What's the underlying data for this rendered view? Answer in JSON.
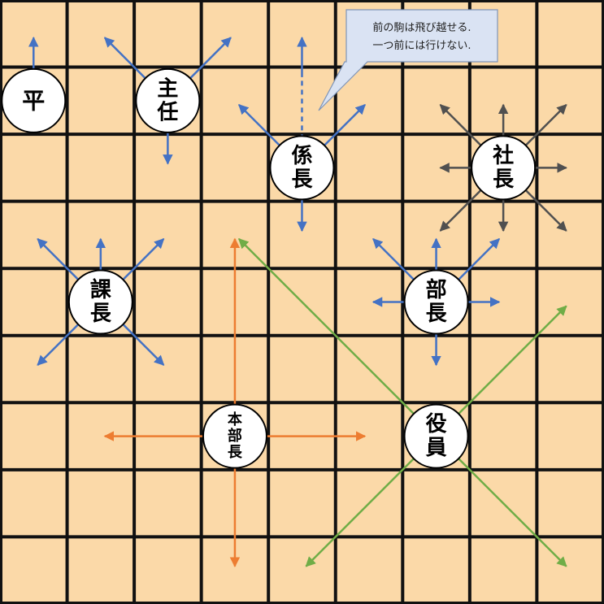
{
  "board": {
    "cols": 9,
    "rows": 9,
    "square_color": "#FBD9A8",
    "line_color": "#111111"
  },
  "colors": {
    "blue": "#4472C4",
    "gray": "#505050",
    "orange": "#ED7D31",
    "green": "#70AD47"
  },
  "callout": {
    "lines": [
      "前の駒は飛び越せる.",
      "一つ前には行けない."
    ],
    "fill": "#DAE3F3",
    "border": "#7F95B8"
  },
  "pieces": [
    {
      "id": "hira",
      "chars": [
        "平"
      ],
      "col": 0.5,
      "row": 1.5,
      "size": 28
    },
    {
      "id": "shunin",
      "chars": [
        "主",
        "任"
      ],
      "col": 2.5,
      "row": 1.5,
      "size": 26
    },
    {
      "id": "kakaricho",
      "chars": [
        "係",
        "長"
      ],
      "col": 4.5,
      "row": 2.5,
      "size": 26
    },
    {
      "id": "shacho",
      "chars": [
        "社",
        "長"
      ],
      "col": 7.5,
      "row": 2.5,
      "size": 26
    },
    {
      "id": "kacho",
      "chars": [
        "課",
        "長"
      ],
      "col": 1.5,
      "row": 4.5,
      "size": 26
    },
    {
      "id": "bucho",
      "chars": [
        "部",
        "長"
      ],
      "col": 6.5,
      "row": 4.5,
      "size": 26
    },
    {
      "id": "honbucho",
      "chars": [
        "本",
        "部",
        "長"
      ],
      "col": 3.5,
      "row": 6.5,
      "size": 18
    },
    {
      "id": "yakuin",
      "chars": [
        "役",
        "員"
      ],
      "col": 6.5,
      "row": 6.5,
      "size": 26
    }
  ],
  "moves": [
    {
      "piece": "hira",
      "color": "blue",
      "dirs": [
        [
          0,
          -1
        ]
      ],
      "dist": 1
    },
    {
      "piece": "shunin",
      "color": "blue",
      "dirs": [
        [
          -1,
          -1
        ],
        [
          1,
          -1
        ],
        [
          0,
          1
        ]
      ],
      "dist": 1
    },
    {
      "piece": "kakaricho",
      "color": "blue",
      "dirs": [
        [
          -1,
          -1
        ],
        [
          1,
          -1
        ],
        [
          0,
          1
        ]
      ],
      "dist": 1
    },
    {
      "piece": "kakaricho",
      "color": "blue",
      "dirs": [
        [
          0,
          -1
        ]
      ],
      "dist": 2,
      "dashed_first": true
    },
    {
      "piece": "shacho",
      "color": "gray",
      "dirs": [
        [
          0,
          -1
        ],
        [
          0,
          1
        ],
        [
          -1,
          0
        ],
        [
          1,
          0
        ],
        [
          -1,
          -1
        ],
        [
          1,
          -1
        ],
        [
          -1,
          1
        ],
        [
          1,
          1
        ]
      ],
      "dist": 1
    },
    {
      "piece": "kacho",
      "color": "blue",
      "dirs": [
        [
          0,
          -1
        ],
        [
          -1,
          -1
        ],
        [
          1,
          -1
        ],
        [
          -1,
          1
        ],
        [
          1,
          1
        ]
      ],
      "dist": 1
    },
    {
      "piece": "bucho",
      "color": "blue",
      "dirs": [
        [
          0,
          -1
        ],
        [
          0,
          1
        ],
        [
          -1,
          0
        ],
        [
          1,
          0
        ],
        [
          -1,
          -1
        ],
        [
          1,
          -1
        ]
      ],
      "dist": 1
    },
    {
      "piece": "honbucho",
      "color": "orange",
      "dirs": [
        [
          0,
          -1
        ]
      ],
      "dist": 3
    },
    {
      "piece": "honbucho",
      "color": "orange",
      "dirs": [
        [
          0,
          1
        ]
      ],
      "dist": 2
    },
    {
      "piece": "honbucho",
      "color": "orange",
      "dirs": [
        [
          -1,
          0
        ]
      ],
      "dist": 2
    },
    {
      "piece": "honbucho",
      "color": "orange",
      "dirs": [
        [
          1,
          0
        ]
      ],
      "dist": 2
    },
    {
      "piece": "yakuin",
      "color": "green",
      "dirs": [
        [
          -1,
          -1
        ]
      ],
      "dist": 3
    },
    {
      "piece": "yakuin",
      "color": "green",
      "dirs": [
        [
          1,
          -1
        ]
      ],
      "dist": 2
    },
    {
      "piece": "yakuin",
      "color": "green",
      "dirs": [
        [
          -1,
          1
        ]
      ],
      "dist": 2
    },
    {
      "piece": "yakuin",
      "color": "green",
      "dirs": [
        [
          1,
          1
        ]
      ],
      "dist": 2
    }
  ]
}
